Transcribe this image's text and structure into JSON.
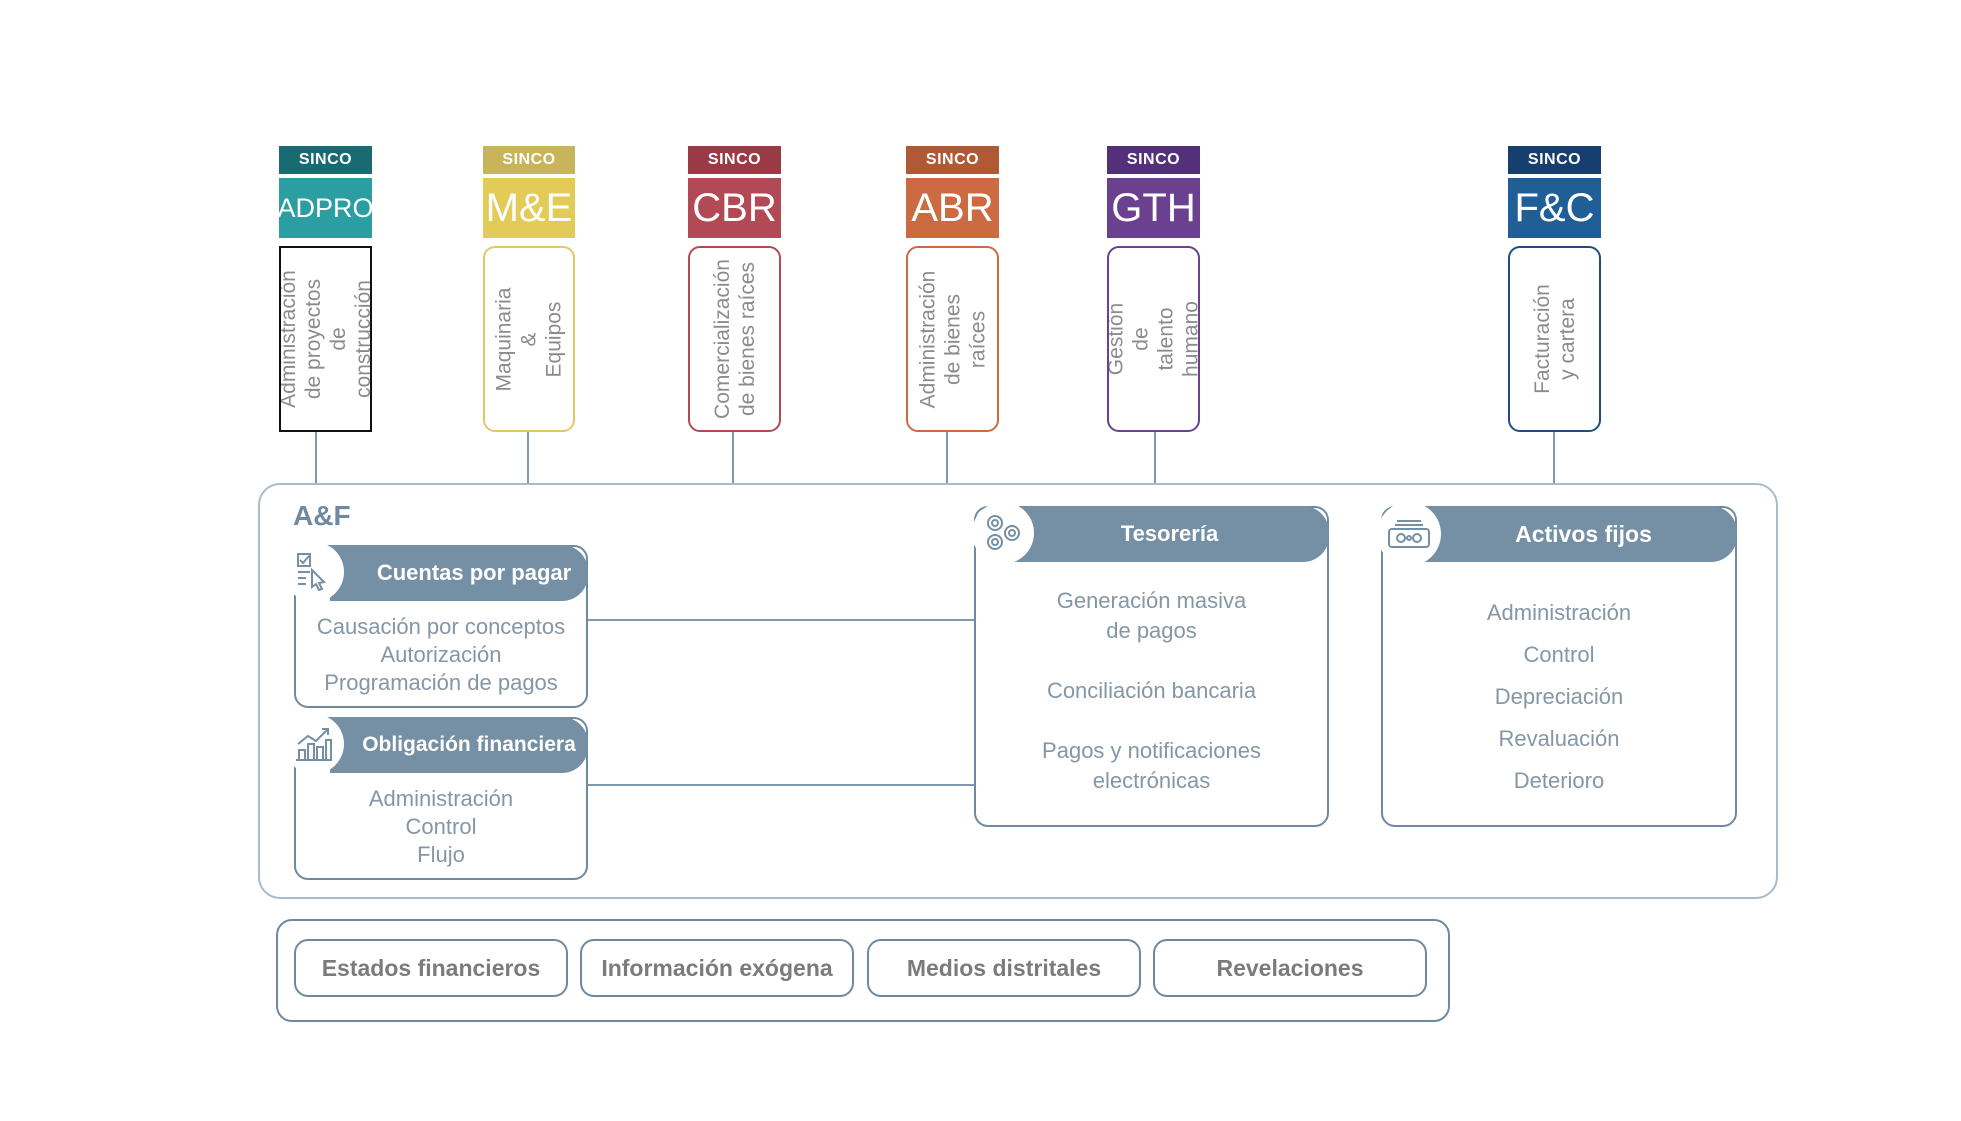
{
  "modules": [
    {
      "brand": "SINCO",
      "code": "ADPRO",
      "desc": "Administración\nde proyectos\nde construcción",
      "brand_color": "#1a6a72",
      "code_color": "#2a9ea0",
      "border_color": "#111111"
    },
    {
      "brand": "SINCO",
      "code": "M&E",
      "desc": "Maquinaria &\nEquipos",
      "brand_color": "#c8b45a",
      "code_color": "#e3cb57",
      "border_color": "#e0c868"
    },
    {
      "brand": "SINCO",
      "code": "CBR",
      "desc": "Comercialización\nde bienes raíces",
      "brand_color": "#9a3a45",
      "code_color": "#b24a55",
      "border_color": "#b24a55"
    },
    {
      "brand": "SINCO",
      "code": "ABR",
      "desc": "Administración\nde bienes raíces",
      "brand_color": "#b05a35",
      "code_color": "#cc6a42",
      "border_color": "#cc6a42"
    },
    {
      "brand": "SINCO",
      "code": "GTH",
      "desc": "Gestión de\ntalento humano",
      "brand_color": "#55307a",
      "code_color": "#6b418f",
      "border_color": "#6b418f"
    },
    {
      "brand": "SINCO",
      "code": "F&C",
      "desc": "Facturación\ny cartera",
      "brand_color": "#173f6e",
      "code_color": "#1f5e96",
      "border_color": "#1f4e7e"
    }
  ],
  "af": {
    "title": "A&F",
    "cuentas": {
      "title": "Cuentas por pagar",
      "icon": "checklist-cursor-icon",
      "lines": [
        "Causación por conceptos",
        "Autorización",
        "Programación de pagos"
      ]
    },
    "obligacion": {
      "title": "Obligación financiera",
      "icon": "bar-chart-growth-icon",
      "lines": [
        "Administración",
        "Control",
        "Flujo"
      ]
    },
    "tesoreria": {
      "title": "Tesorería",
      "icon": "coins-icon",
      "lines": [
        "Generación masiva",
        "de pagos",
        "Conciliación bancaria",
        "Pagos y notificaciones",
        "electrónicas"
      ]
    },
    "activos": {
      "title": "Activos fijos",
      "icon": "cash-register-icon",
      "lines": [
        "Administración",
        "Control",
        "Depreciación",
        "Revaluación",
        "Deterioro"
      ]
    }
  },
  "reports": [
    "Estados financieros",
    "Información exógena",
    "Medios distritales",
    "Revelaciones"
  ],
  "colors": {
    "accent": "#758fa4",
    "border": "#6f8aa0",
    "text_muted": "#8596a6"
  }
}
